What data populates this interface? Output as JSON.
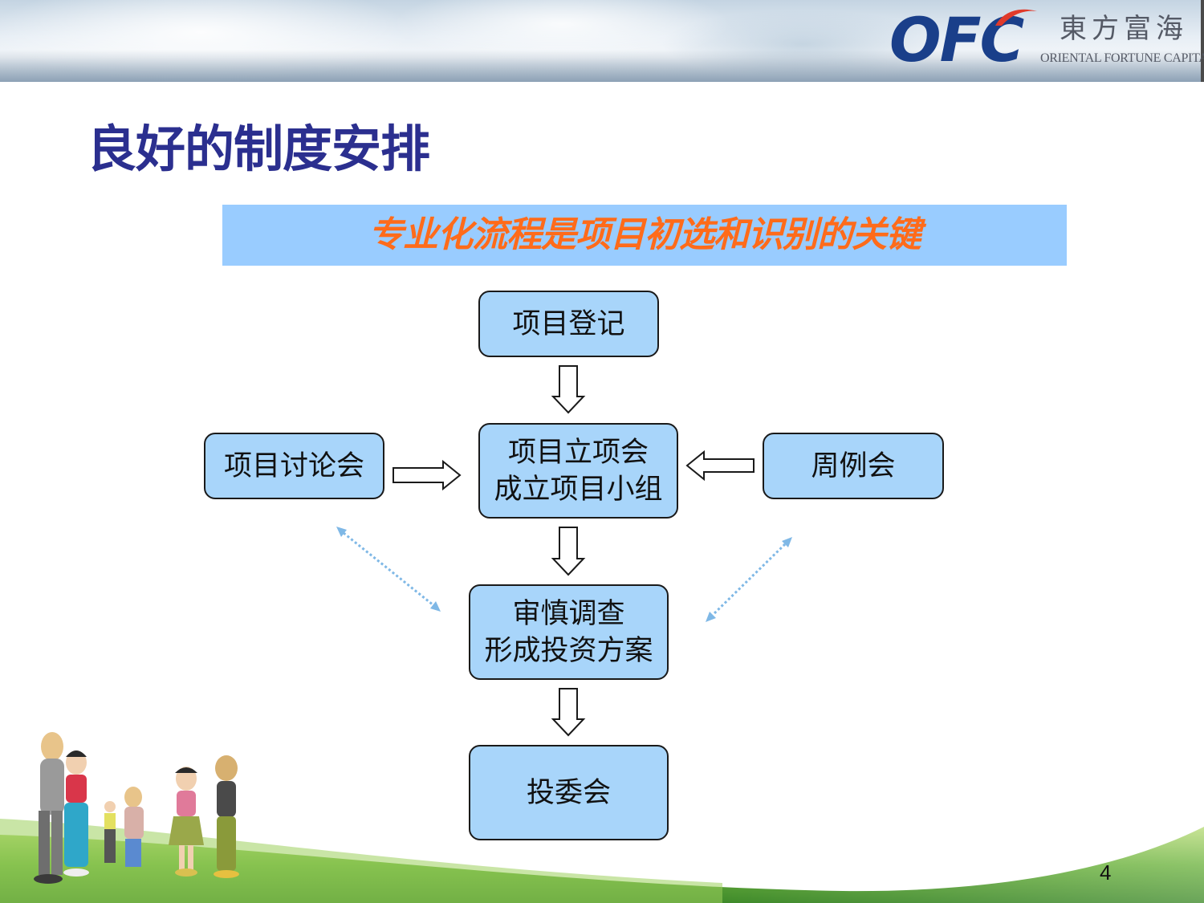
{
  "header": {
    "logo_mark": "OFC",
    "logo_chinese": "東方富海",
    "logo_english": "ORIENTAL FORTUNE CAPITAL"
  },
  "slide": {
    "title": "良好的制度安排",
    "subtitle": "专业化流程是项目初选和识别的关键",
    "page_number": "4"
  },
  "flow": {
    "registration": "项目登记",
    "discussion": "项目讨论会",
    "setup_line1": "项目立项会",
    "setup_line2": "成立项目小组",
    "weekly": "周例会",
    "diligence_line1": "审慎调查",
    "diligence_line2": "形成投资方案",
    "committee": "投委会"
  },
  "colors": {
    "title": "#2b2f8f",
    "subtitle_text": "#ff6b1a",
    "subtitle_bg": "#99ccff",
    "node_fill": "#a8d5fa",
    "dotted_arrow": "#7fb8e6"
  }
}
